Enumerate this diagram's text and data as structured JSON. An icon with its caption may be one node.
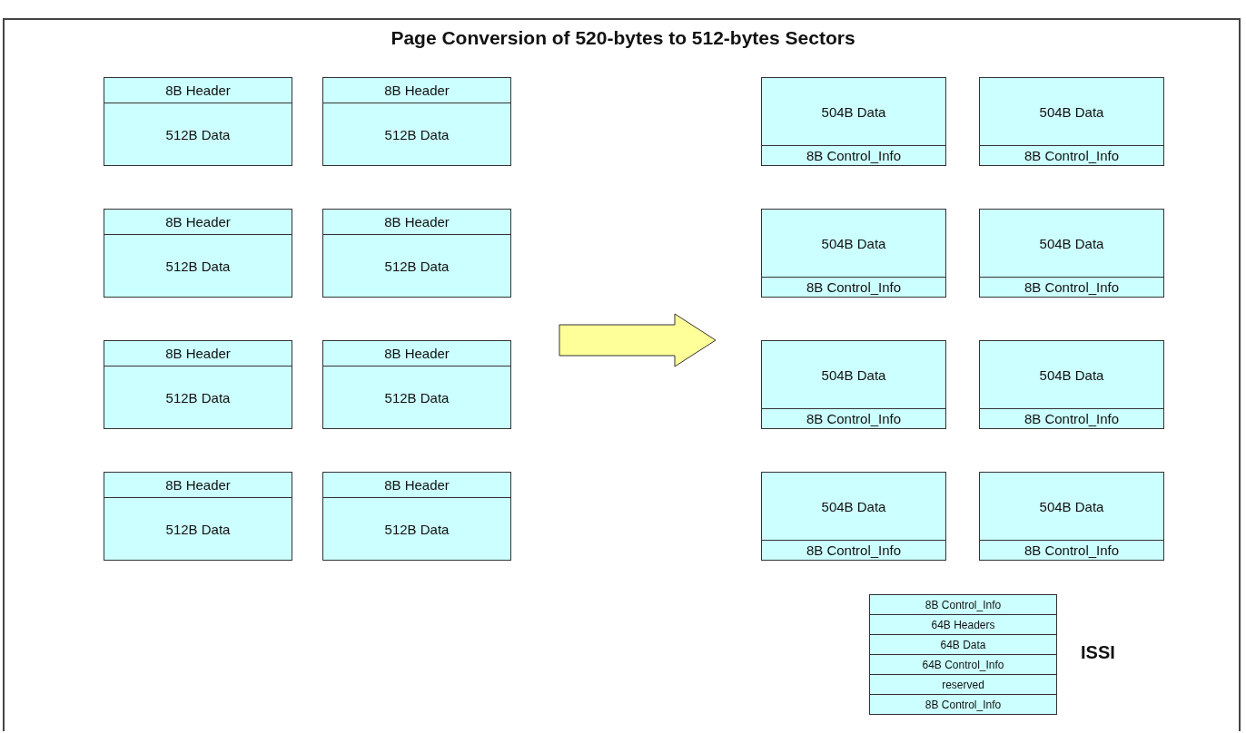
{
  "diagram": {
    "title": "Page Conversion of 520-bytes to 512-bytes Sectors",
    "nodes": [
      {
        "text": [
          "8B Header",
          "512B Data"
        ]
      },
      {
        "text": [
          "8B Header",
          "512B Data"
        ]
      },
      {
        "text": [
          "8B Header",
          "512B Data"
        ]
      },
      {
        "text": [
          "8B Header",
          "512B Data"
        ]
      },
      {
        "text": [
          "8B Header",
          "512B Data"
        ]
      },
      {
        "text": [
          "8B Header",
          "512B Data"
        ]
      },
      {
        "text": [
          "8B Header",
          "512B Data"
        ]
      },
      {
        "text": [
          "8B Header",
          "512B Data"
        ]
      },
      {
        "text": [
          "504B Data",
          "8B Control_Info"
        ]
      },
      {
        "text": [
          "504B Data",
          "8B Control_Info"
        ]
      },
      {
        "text": [
          "504B Data",
          "8B Control_Info"
        ]
      },
      {
        "text": [
          "504B Data",
          "8B Control_Info"
        ]
      },
      {
        "text": [
          "504B Data",
          "8B Control_Info"
        ]
      },
      {
        "text": [
          "504B Data",
          "8B Control_Info"
        ]
      },
      {
        "text": [
          "504B Data",
          "8B Control_Info"
        ]
      },
      {
        "text": [
          "504B Data",
          "8B Control_Info"
        ]
      },
      {
        "text": [
          "8B Control_Info",
          "64B Headers",
          "64B Data",
          "64B Control_Info",
          "reserved",
          "8B Control_Info"
        ]
      }
    ],
    "edges": [
      {
        "from": 5,
        "to": 12,
        "arrow": "to",
        "style": "thick"
      }
    ],
    "labels": [
      "ISSI"
    ]
  }
}
